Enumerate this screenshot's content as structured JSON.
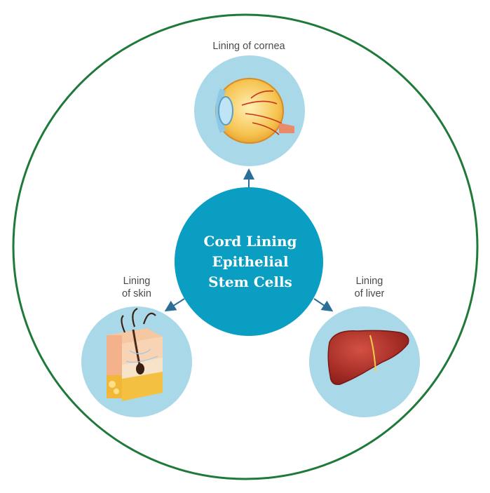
{
  "center": {
    "line1": "Cord Lining",
    "line2": "Epithelial",
    "line3": "Stem Cells"
  },
  "nodes": {
    "cornea": {
      "label": "Lining of cornea",
      "icon": "eye-icon"
    },
    "skin": {
      "label_line1": "Lining",
      "label_line2": "of skin",
      "icon": "skin-layers-icon"
    },
    "liver": {
      "label_line1": "Lining",
      "label_line2": "of liver",
      "icon": "liver-icon"
    }
  },
  "colors": {
    "outer_ring": "#1f7a3a",
    "center_fill": "#0a9ec3",
    "node_fill": "#a9d8e8",
    "arrow": "#2b6f97"
  }
}
